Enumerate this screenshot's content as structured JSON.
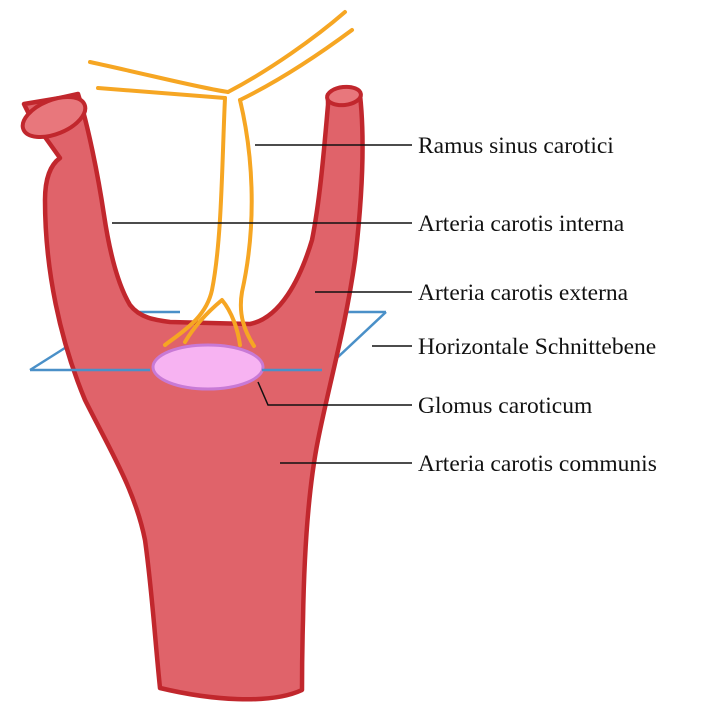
{
  "diagram": {
    "labels": {
      "ramus_sinus_carotici": "Ramus sinus carotici",
      "arteria_carotis_interna": "Arteria carotis interna",
      "arteria_carotis_externa": "Arteria carotis externa",
      "horizontale_schnittebene": "Horizontale Schnittebene",
      "glomus_caroticum": "Glomus caroticum",
      "arteria_carotis_communis": "Arteria carotis communis"
    },
    "colors": {
      "artery_fill": "#e0636a",
      "artery_outline": "#c1272d",
      "artery_cap": "#e8777c",
      "nerve": "#f6a623",
      "plane": "#4a90c8",
      "glomus_fill": "#f7b3f2",
      "glomus_outline": "#c87ad6",
      "leader_line": "#111111"
    }
  }
}
